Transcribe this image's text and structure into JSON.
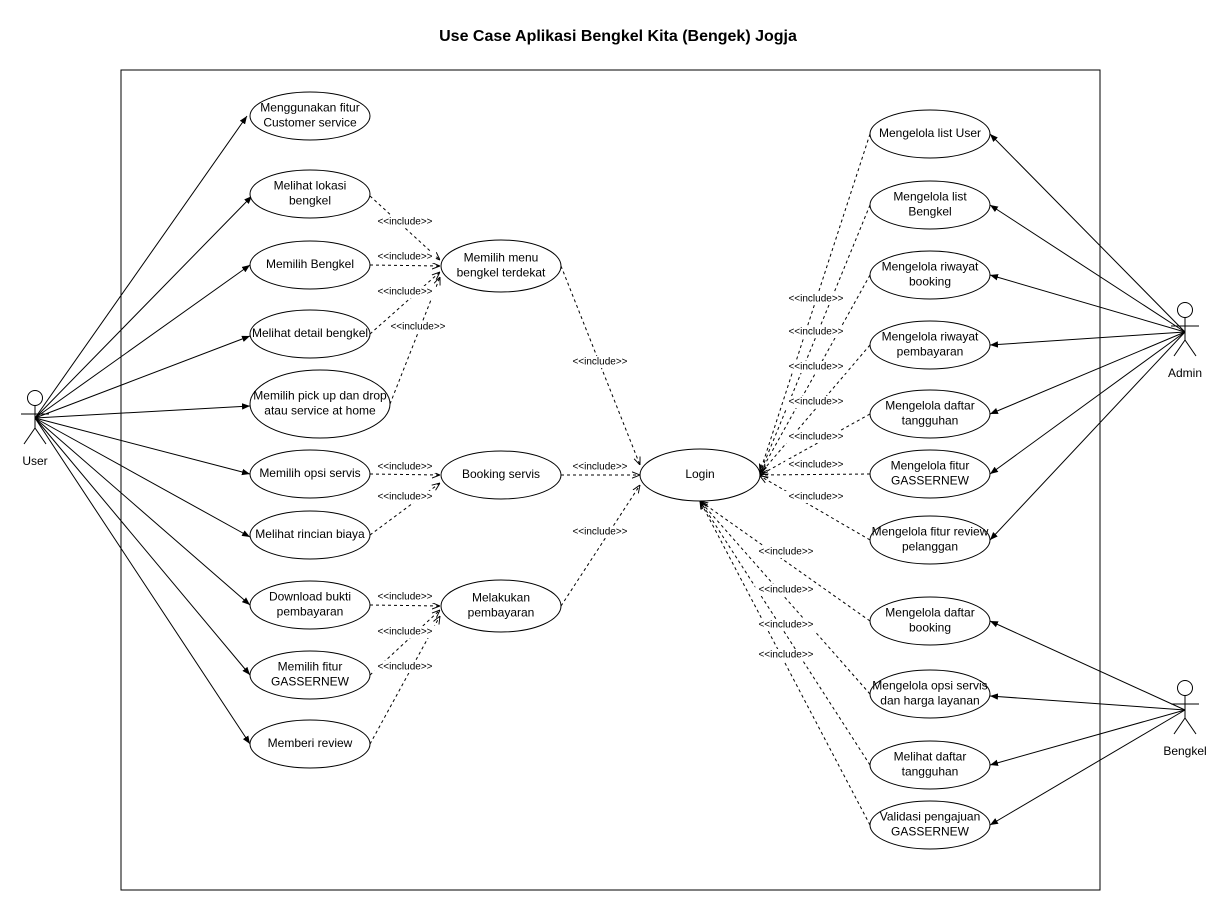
{
  "title": "Use Case Aplikasi Bengkel Kita (Bengek) Jogja",
  "include_label": "<<include>>",
  "actors": [
    {
      "id": "user",
      "label": "User"
    },
    {
      "id": "admin",
      "label": "Admin"
    },
    {
      "id": "bengkel",
      "label": "Bengkel"
    }
  ],
  "use_cases": [
    {
      "id": "cs",
      "lines": [
        "Menggunakan fitur",
        "Customer service"
      ]
    },
    {
      "id": "lokasi",
      "lines": [
        "Melihat lokasi",
        "bengkel"
      ]
    },
    {
      "id": "pilih",
      "lines": [
        "Memilih Bengkel"
      ]
    },
    {
      "id": "detail",
      "lines": [
        "Melihat detail bengkel"
      ]
    },
    {
      "id": "pickup",
      "lines": [
        "Memilih pick up dan drop",
        "atau service at home"
      ]
    },
    {
      "id": "opsi",
      "lines": [
        "Memilih opsi servis"
      ]
    },
    {
      "id": "rincian",
      "lines": [
        "Melihat rincian biaya"
      ]
    },
    {
      "id": "download",
      "lines": [
        "Download bukti",
        "pembayaran"
      ]
    },
    {
      "id": "gasser",
      "lines": [
        "Memilih fitur",
        "GASSERNEW"
      ]
    },
    {
      "id": "review",
      "lines": [
        "Memberi review"
      ]
    },
    {
      "id": "menu",
      "lines": [
        "Memilih menu",
        "bengkel terdekat"
      ]
    },
    {
      "id": "booking",
      "lines": [
        "Booking servis"
      ]
    },
    {
      "id": "bayar",
      "lines": [
        "Melakukan",
        "pembayaran"
      ]
    },
    {
      "id": "login",
      "lines": [
        "Login"
      ]
    },
    {
      "id": "a_user",
      "lines": [
        "Mengelola list User"
      ]
    },
    {
      "id": "a_bengkel",
      "lines": [
        "Mengelola list",
        "Bengkel"
      ]
    },
    {
      "id": "a_rbook",
      "lines": [
        "Mengelola riwayat",
        "booking"
      ]
    },
    {
      "id": "a_rbayar",
      "lines": [
        "Mengelola riwayat",
        "pembayaran"
      ]
    },
    {
      "id": "a_tangguh",
      "lines": [
        "Mengelola daftar",
        "tangguhan"
      ]
    },
    {
      "id": "a_gasser",
      "lines": [
        "Mengelola fitur",
        "GASSERNEW"
      ]
    },
    {
      "id": "a_review",
      "lines": [
        "Mengelola fitur review",
        "pelanggan"
      ]
    },
    {
      "id": "b_booking",
      "lines": [
        "Mengelola daftar",
        "booking"
      ]
    },
    {
      "id": "b_opsi",
      "lines": [
        "Mengelola opsi servis",
        "dan harga layanan"
      ]
    },
    {
      "id": "b_tangguh",
      "lines": [
        "Melihat daftar",
        "tangguhan"
      ]
    },
    {
      "id": "b_validasi",
      "lines": [
        "Validasi pengajuan",
        "GASSERNEW"
      ]
    }
  ]
}
